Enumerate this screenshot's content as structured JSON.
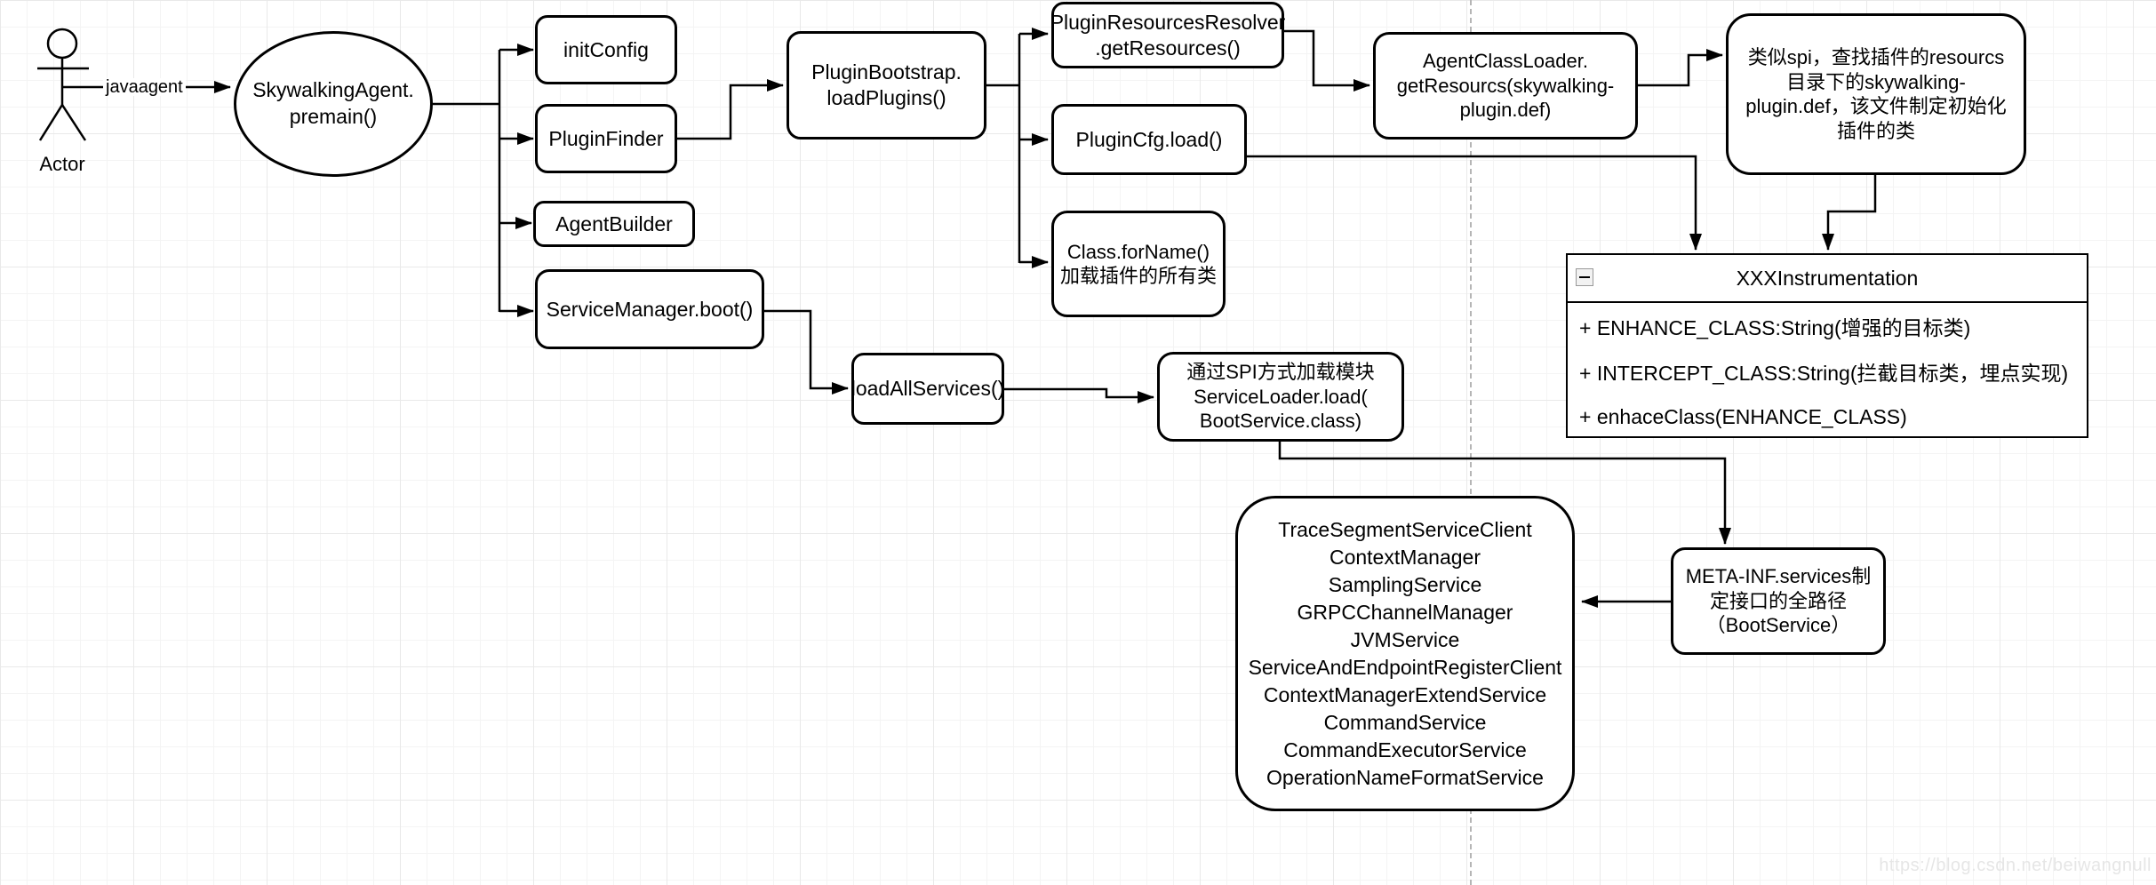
{
  "diagram": {
    "actor": {
      "label": "Actor"
    },
    "edges": {
      "javaagent_label": "javaagent"
    },
    "ellipse": {
      "label": "SkywalkingAgent.\npremain()"
    },
    "nodes": {
      "init_config": "initConfig",
      "plugin_finder": "PluginFinder",
      "agent_builder": "AgentBuilder",
      "service_manager_boot": "ServiceManager.boot()",
      "plugin_bootstrap": "PluginBootstrap.\nloadPlugins()",
      "plugin_resources_resolver": "PluginResourcesResolver\n.getResources()",
      "plugin_cfg_load": "PluginCfg.load()",
      "class_forname": "Class.forName()\n加载插件的所有类",
      "agent_class_loader": "AgentClassLoader.\ngetResourcs(skywalking-\nplugin.def)",
      "spi_note": "类似spi，查找插件的resourcs\n目录下的skywalking-\nplugin.def，该文件制定初始化\n插件的类",
      "load_all_services": "loadAllServices()",
      "service_loader": "通过SPI方式加载模块\nServiceLoader.load(\nBootService.class)",
      "meta_inf": "META-INF.services制\n定接口的全路径\n（BootService）"
    },
    "uml_class": {
      "title": "XXXInstrumentation",
      "members": [
        "+ ENHANCE_CLASS:String(增强的目标类)",
        "+ INTERCEPT_CLASS:String(拦截目标类，埋点实现)",
        "+ enhaceClass(ENHANCE_CLASS)"
      ]
    },
    "services_list": [
      "TraceSegmentServiceClient",
      "ContextManager",
      "SamplingService",
      "GRPCChannelManager",
      "JVMService",
      "ServiceAndEndpointRegisterClient",
      "ContextManagerExtendService",
      "CommandService",
      "CommandExecutorService",
      "OperationNameFormatService"
    ],
    "watermark": "https://blog.csdn.net/beiwangnull"
  }
}
